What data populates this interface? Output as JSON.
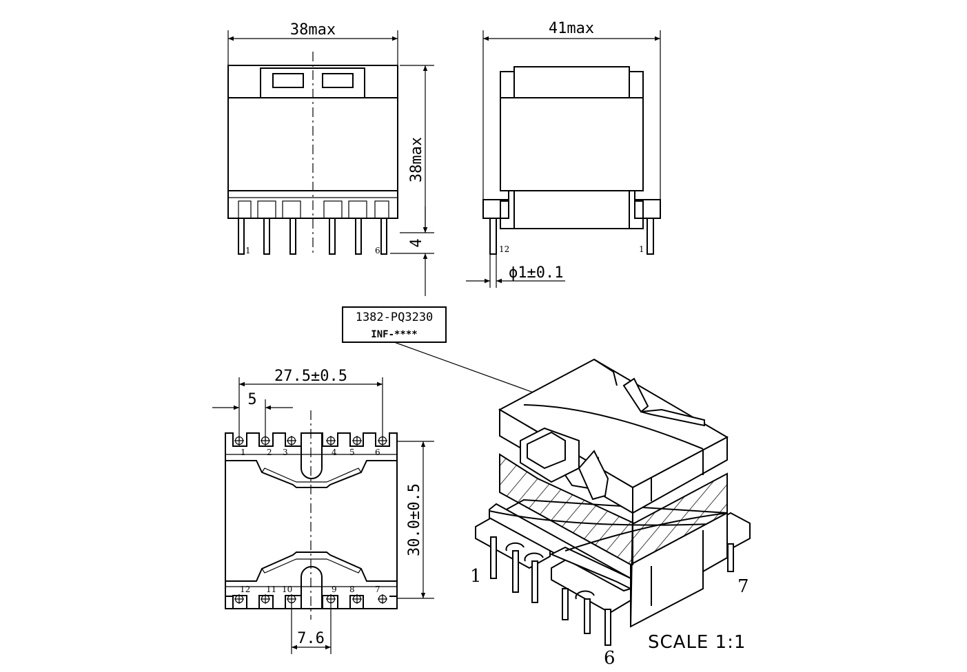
{
  "front_view": {
    "width_label": "38max",
    "height_label": "38max",
    "pin_length_label": "4",
    "pin_left_label": "1",
    "pin_right_label": "6"
  },
  "side_view": {
    "width_label": "41max",
    "pin_left_label": "12",
    "pin_right_label": "1",
    "pin_diameter_label": "ϕ1±0.1"
  },
  "marking_box": {
    "line1": "1382-PQ3230",
    "line2": "INF-****"
  },
  "bottom_view": {
    "pin_span_label": "27.5±0.5",
    "pin_pitch_label": "5",
    "row_spacing_label": "30.0±0.5",
    "slot_width_label": "7.6",
    "top_pins": [
      "1",
      "2",
      "3",
      "4",
      "5",
      "6"
    ],
    "bottom_pins": [
      "12",
      "11",
      "10",
      "9",
      "8",
      "7"
    ]
  },
  "iso_view": {
    "pin_label_1": "1",
    "pin_label_6": "6",
    "pin_label_7": "7"
  },
  "scale_label": "SCALE  1:1"
}
